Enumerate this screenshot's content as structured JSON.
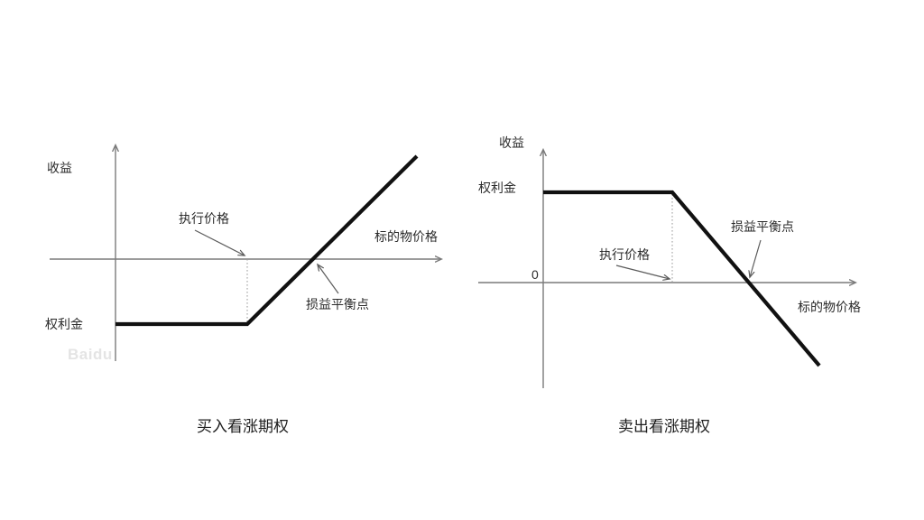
{
  "page": {
    "background_color": "#ffffff",
    "line_color": "#111111",
    "axis_color": "#7a7a7a",
    "annotation_color": "#5b5b5b"
  },
  "watermark": {
    "text": "Baidu",
    "color": "#e4e4e4"
  },
  "charts": [
    {
      "id": "long-call",
      "caption": "买入看涨期权",
      "y_axis_label": "收益",
      "x_axis_label": "标的物价格",
      "premium_label": "权利金",
      "strike_label": "执行价格",
      "breakeven_label": "损益平衡点",
      "zero_label": ""
    },
    {
      "id": "short-call",
      "caption": "卖出看涨期权",
      "y_axis_label": "收益",
      "x_axis_label": "标的物价格",
      "premium_label": "权利金",
      "strike_label": "执行价格",
      "breakeven_label": "损益平衡点",
      "zero_label": "0"
    }
  ],
  "chart_data": [
    {
      "type": "line",
      "title": "买入看涨期权",
      "xlabel": "标的物价格",
      "ylabel": "收益",
      "grid": false,
      "legend": "none",
      "xlim": [
        0,
        10
      ],
      "ylim": [
        -3,
        6
      ],
      "annotations": [
        {
          "text": "执行价格",
          "points_to_x": 4.0,
          "points_to_y": 0
        },
        {
          "text": "损益平衡点",
          "points_to_x": 5.6,
          "points_to_y": 0
        },
        {
          "text": "权利金",
          "points_to_x": 0,
          "points_to_y": -1.95
        },
        {
          "text": "收益",
          "axis": "y"
        },
        {
          "text": "标的物价格",
          "axis": "x"
        }
      ],
      "series": [
        {
          "name": "买入看涨期权损益",
          "x": [
            1.0,
            4.0,
            8.9
          ],
          "y": [
            -1.95,
            -1.95,
            4.15
          ]
        }
      ],
      "reference_lines": [
        {
          "name": "strike-guide",
          "type": "vertical",
          "x": 4.0,
          "from_y": -1.95,
          "to_y": 0,
          "style": "dotted"
        }
      ],
      "key_points": {
        "strike": 4.0,
        "premium": -1.95,
        "breakeven": 5.6
      }
    },
    {
      "type": "line",
      "title": "卖出看涨期权",
      "xlabel": "标的物价格",
      "ylabel": "收益",
      "grid": false,
      "legend": "none",
      "xlim": [
        0,
        10
      ],
      "ylim": [
        -4,
        4
      ],
      "annotations": [
        {
          "text": "执行价格",
          "points_to_x": 4.1,
          "points_to_y": 0
        },
        {
          "text": "损益平衡点",
          "points_to_x": 5.5,
          "points_to_y": 0
        },
        {
          "text": "权利金",
          "points_to_x": 0,
          "points_to_y": 2.6
        },
        {
          "text": "0",
          "points_to_x": 0,
          "points_to_y": 0
        },
        {
          "text": "收益",
          "axis": "y"
        },
        {
          "text": "标的物价格",
          "axis": "x"
        }
      ],
      "series": [
        {
          "name": "卖出看涨期权损益",
          "x": [
            0.0,
            4.1,
            8.4
          ],
          "y": [
            2.6,
            2.6,
            -2.4
          ]
        }
      ],
      "reference_lines": [
        {
          "name": "strike-guide",
          "type": "vertical",
          "x": 4.1,
          "from_y": 0,
          "to_y": 2.6,
          "style": "dotted"
        }
      ],
      "key_points": {
        "strike": 4.1,
        "premium": 2.6,
        "breakeven": 5.5
      }
    }
  ]
}
